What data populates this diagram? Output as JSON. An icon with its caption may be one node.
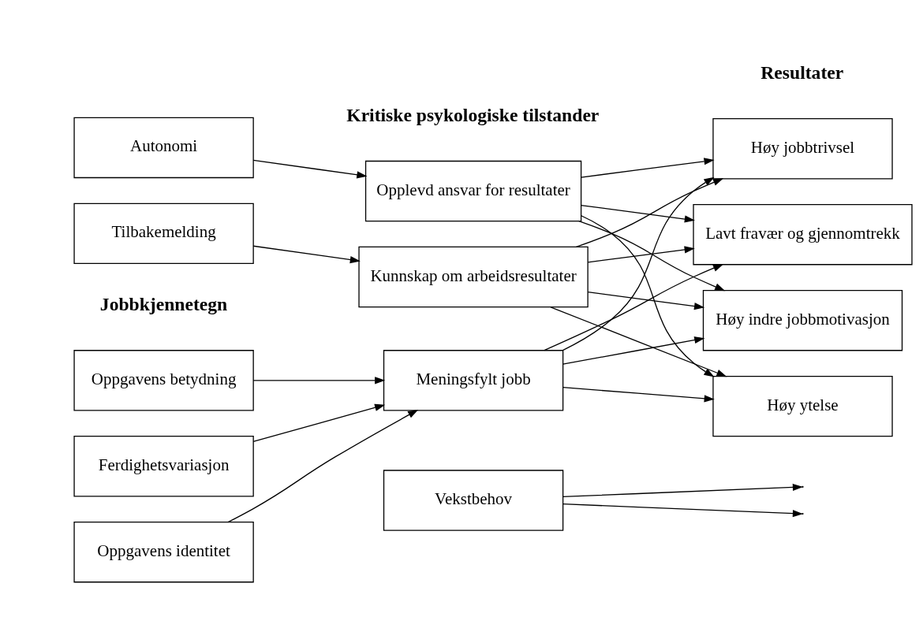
{
  "diagram": {
    "nodes": [
      {
        "text": [
          "Ferdighetsvariasjon"
        ]
      },
      {
        "text": [
          "Oppgavens identitet"
        ]
      },
      {
        "text": [
          "Oppgavens betydning"
        ]
      },
      {
        "text": [
          "Autonomi"
        ]
      },
      {
        "text": [
          "Tilbakemelding"
        ]
      },
      {
        "text": [
          "Meningsfylt jobb"
        ]
      },
      {
        "text": [
          "Opplevd ansvar for resultater"
        ]
      },
      {
        "text": [
          "Kunnskap om arbeidsresultater"
        ]
      },
      {
        "text": [
          "Vekstbehov"
        ]
      },
      {
        "text": [
          "Høy indre jobbmotivasjon"
        ]
      },
      {
        "text": [
          "Høy ytelse"
        ]
      },
      {
        "text": [
          "Høy jobbtrivsel"
        ]
      },
      {
        "text": [
          "Lavt fravær og gjennomtrekk"
        ]
      }
    ],
    "edges": [
      {
        "from": 0,
        "to": 5,
        "arrow": "to"
      },
      {
        "from": 1,
        "to": 5,
        "arrow": "to"
      },
      {
        "from": 2,
        "to": 5,
        "arrow": "to"
      },
      {
        "from": 3,
        "to": 6,
        "arrow": "to"
      },
      {
        "from": 4,
        "to": 7,
        "arrow": "to"
      },
      {
        "from": 5,
        "to": 9,
        "arrow": "to"
      },
      {
        "from": 5,
        "to": 10,
        "arrow": "to"
      },
      {
        "from": 5,
        "to": 11,
        "arrow": "to"
      },
      {
        "from": 5,
        "to": 12,
        "arrow": "to"
      },
      {
        "from": 6,
        "to": 9,
        "arrow": "to"
      },
      {
        "from": 6,
        "to": 10,
        "arrow": "to"
      },
      {
        "from": 6,
        "to": 11,
        "arrow": "to"
      },
      {
        "from": 6,
        "to": 12,
        "arrow": "to"
      },
      {
        "from": 7,
        "to": 9,
        "arrow": "to"
      },
      {
        "from": 7,
        "to": 10,
        "arrow": "to"
      },
      {
        "from": 7,
        "to": 11,
        "arrow": "to"
      },
      {
        "from": 7,
        "to": 12,
        "arrow": "to"
      },
      {
        "from": 8,
        "to": null,
        "arrow": "to"
      },
      {
        "from": 8,
        "to": null,
        "arrow": "to"
      }
    ],
    "labels": [
      "Jobbkjennetegn",
      "Kritiske psykologiske tilstander",
      "Resultater"
    ]
  }
}
